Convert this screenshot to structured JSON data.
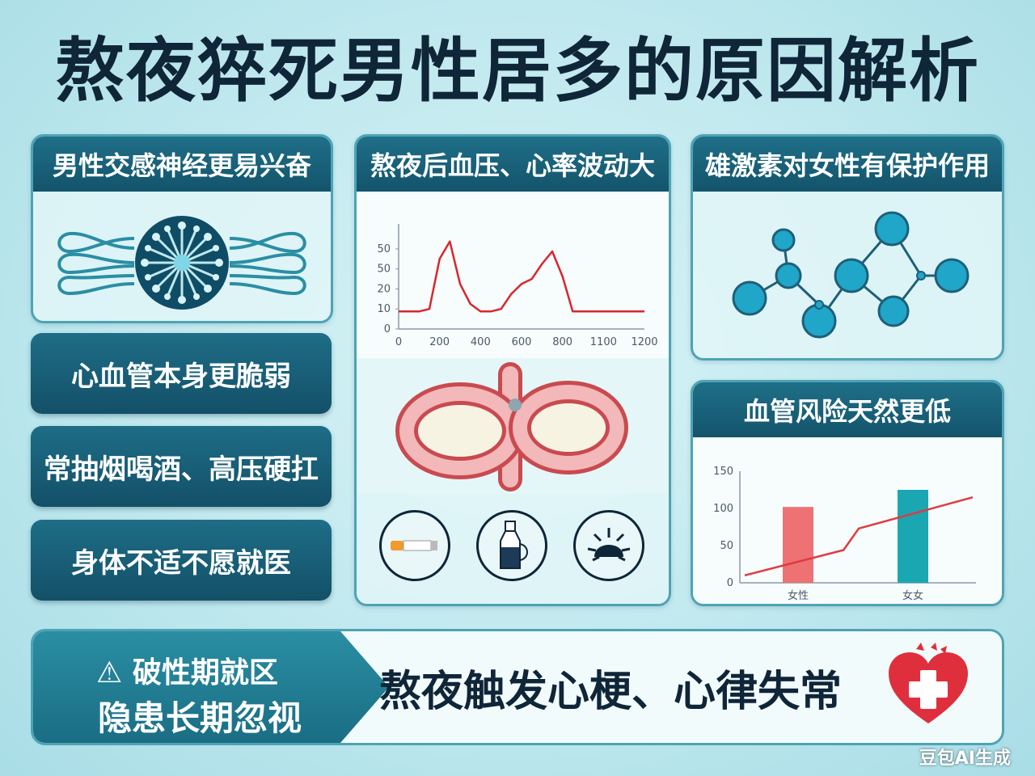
{
  "title": "熬夜猝死男性居多的原因解析",
  "cards": {
    "nerve": {
      "title": "男性交感神经更易兴奋"
    },
    "bp": {
      "title": "熬夜后血压、心率波动大"
    },
    "hormone": {
      "title": "雄激素对女性有保护作用"
    },
    "vessel": {
      "title": "血管风险天然更低"
    }
  },
  "pills": [
    "心血管本身更脆弱",
    "常抽烟喝酒、高压硬扛",
    "身体不适不愿就医"
  ],
  "icons": [
    "cigarette-icon",
    "bottle-icon",
    "virus-icon"
  ],
  "banner": {
    "warning_icon": "⚠",
    "warning_line1": "破性期就区",
    "warning_line2": "隐患长期忽视",
    "main_text": "熬夜触发心梗、心律失常",
    "heart_icon": "heart-cross-icon"
  },
  "watermark": "豆包AI生成",
  "chart_data": [
    {
      "type": "line",
      "x_ticks": [
        "0",
        "200",
        "400",
        "600",
        "800",
        "1100",
        "1200"
      ],
      "y_ticks": [
        "0",
        "10",
        "20",
        "50",
        "50"
      ],
      "series": [
        {
          "x": [
            0,
            100,
            150,
            200,
            250,
            300,
            350,
            400,
            450,
            500,
            550,
            600,
            650,
            700,
            750,
            800,
            850,
            900,
            1000,
            1100,
            1200
          ],
          "y": [
            7,
            7,
            8,
            28,
            35,
            18,
            10,
            7,
            7,
            8,
            14,
            18,
            20,
            26,
            31,
            21,
            7,
            7,
            7,
            7,
            7
          ],
          "color": "#d8262e"
        }
      ],
      "ylim": [
        0,
        42
      ]
    },
    {
      "type": "bar",
      "categories": [
        "女性",
        "女女"
      ],
      "values": [
        102,
        125
      ],
      "colors": [
        "#ee7174",
        "#1aa7b2"
      ],
      "y_ticks": [
        "0",
        "50",
        "100",
        "150"
      ],
      "ylim": [
        0,
        150
      ],
      "trend_line": {
        "x": [
          0,
          0.65,
          0.75,
          1.5
        ],
        "y": [
          10,
          44,
          73,
          115
        ],
        "color": "#e03a3f"
      }
    }
  ]
}
